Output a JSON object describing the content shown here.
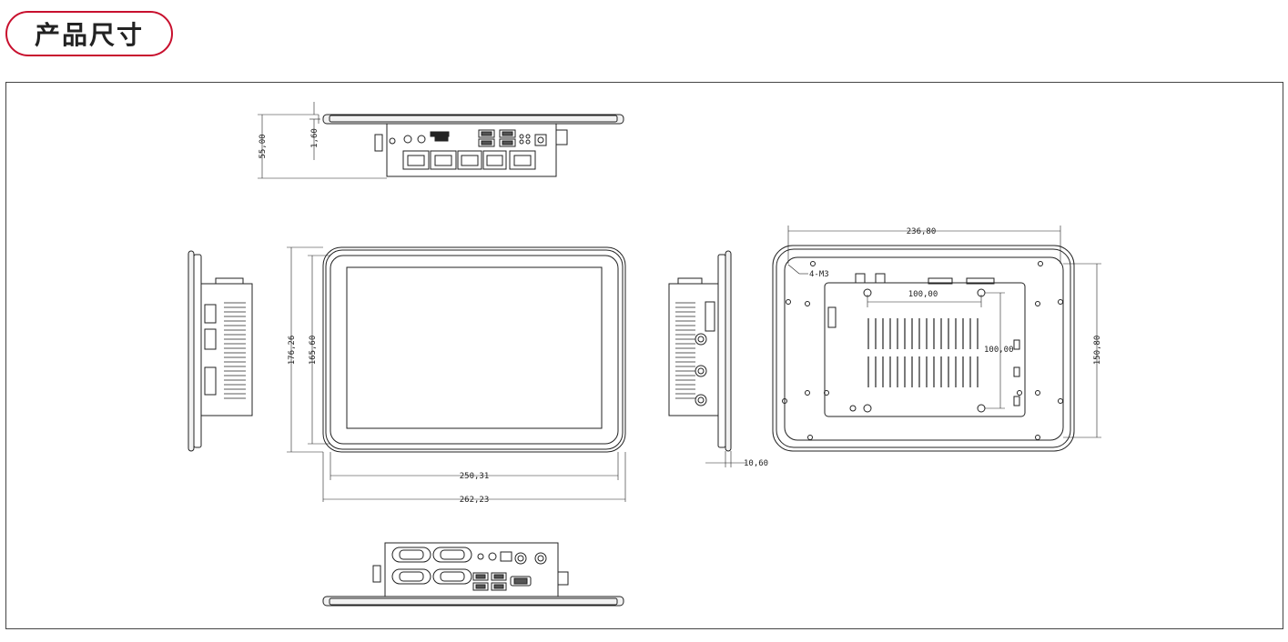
{
  "header": {
    "title": "产品尺寸"
  },
  "dimensions": {
    "total_depth": "55,00",
    "front_bezel": "1,60",
    "height_outer": "176,26",
    "height_inner": "165,60",
    "width_inner": "250,31",
    "width_outer": "262,23",
    "side_offset": "10,60",
    "back_width": "236,80",
    "back_height": "150,80",
    "vesa_horizontal": "100,00",
    "vesa_vertical": "100,00",
    "mount_screws": "4-M3"
  },
  "colors": {
    "accent": "#c8102e",
    "line": "#222222"
  }
}
